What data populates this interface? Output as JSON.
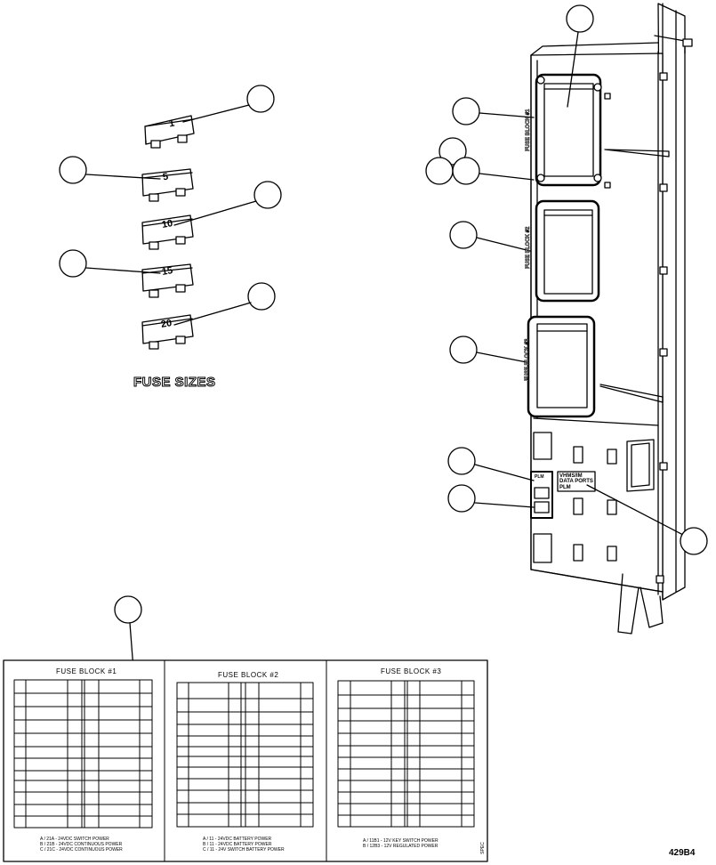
{
  "fuse_sizes": {
    "title": "FUSE SIZES",
    "items": [
      {
        "label": "1"
      },
      {
        "label": "5"
      },
      {
        "label": "10"
      },
      {
        "label": "15"
      },
      {
        "label": "20"
      }
    ]
  },
  "panel": {
    "block_labels": [
      "FUSE BLOCK #1",
      "FUSE BLOCK #2",
      "FUSE BLOCK #3"
    ],
    "data_port_label": "VHMS/IM DATA PORTS",
    "data_port_sub": "PLM",
    "small_label": "PLM"
  },
  "tables": [
    {
      "title": "FUSE BLOCK #1",
      "notes": [
        "A / 21A - 24VDC SWITCH POWER",
        "B / 21B - 24VDC CONTINUOUS POWER",
        "C / 21C - 24VDC CONTINUOUS POWER"
      ]
    },
    {
      "title": "FUSE BLOCK #2",
      "notes": [
        "A / 11 - 24VDC BATTERY POWER",
        "B / 11 - 24VDC BATTERY POWER",
        "C / 11 - 24V SWITCH BATTERY POWER"
      ]
    },
    {
      "title": "FUSE BLOCK #3",
      "notes": [
        "A / 11B1 - 12V KEY SWITCH POWER",
        "B / 12B3 - 12V REGULATED POWER"
      ]
    }
  ],
  "drawing_number": "429B4",
  "sheet_mark": "SPEC"
}
